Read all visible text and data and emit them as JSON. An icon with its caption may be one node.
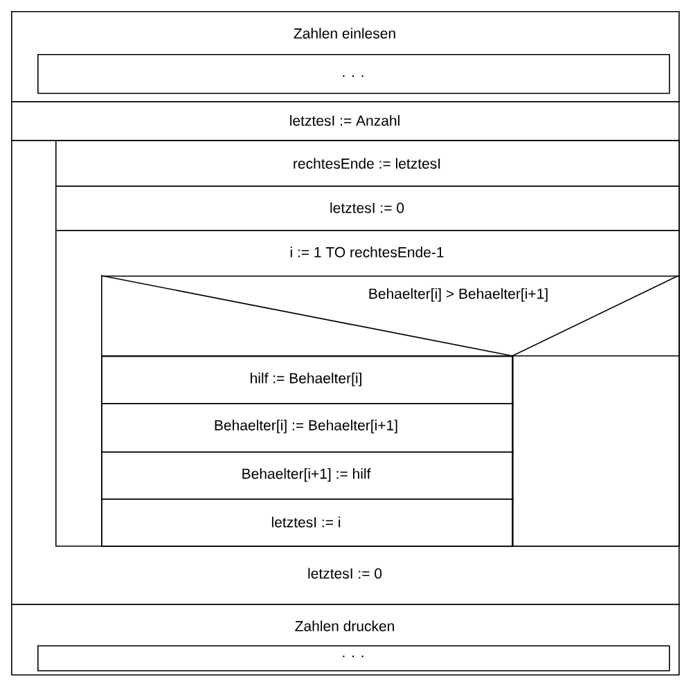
{
  "diagram": {
    "nodes": [
      {
        "text": [
          "Zahlen einlesen"
        ]
      },
      {
        "text": [
          ". . ."
        ],
        "in": 0
      },
      {
        "text": [
          "letztesI := Anzahl"
        ]
      },
      {
        "text": [
          "letztesI := 0"
        ]
      },
      {
        "text": [
          "rechtesEnde := letztesI"
        ],
        "in": 3
      },
      {
        "text": [
          "letztesI := 0"
        ],
        "in": 3
      },
      {
        "text": [
          "i := 1 TO rechtesEnde-1"
        ],
        "in": 3
      },
      {
        "text": [
          "Behaelter[i] > Behaelter[i+1]"
        ],
        "in": 6
      },
      {
        "text": [
          "hilf := Behaelter[i]"
        ],
        "in": 7
      },
      {
        "text": [
          "Behaelter[i] := Behaelter[i+1]"
        ],
        "in": 7
      },
      {
        "text": [
          "Behaelter[i+1] := hilf"
        ],
        "in": 7
      },
      {
        "text": [
          "letztesI := i"
        ],
        "in": 7
      },
      {
        "text": [
          "Zahlen drucken"
        ]
      },
      {
        "text": [
          ". . ."
        ],
        "in": 12
      }
    ]
  }
}
